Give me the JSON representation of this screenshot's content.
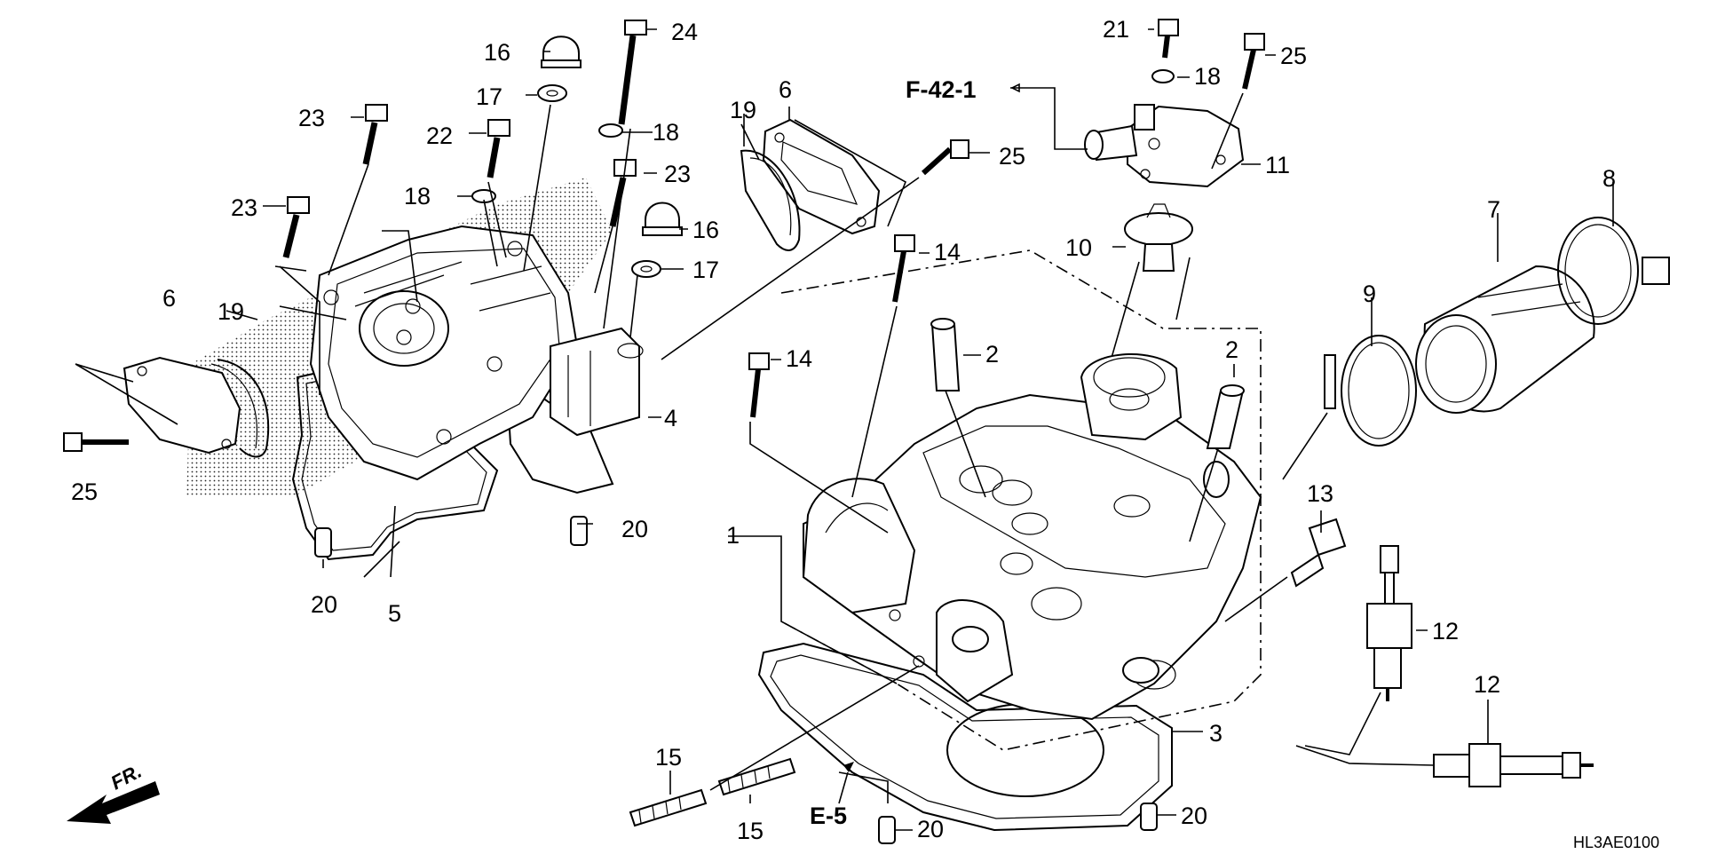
{
  "diagram": {
    "reference_labels": {
      "f42": "F-42-1",
      "e5": "E-5"
    },
    "diagram_code": "HL3AE0100",
    "front_indicator": "FR.",
    "callouts": [
      {
        "id": "c24",
        "text": "24"
      },
      {
        "id": "c16a",
        "text": "16"
      },
      {
        "id": "c17a",
        "text": "17"
      },
      {
        "id": "c23a",
        "text": "23"
      },
      {
        "id": "c22",
        "text": "22"
      },
      {
        "id": "c18a",
        "text": "18"
      },
      {
        "id": "c23b",
        "text": "23"
      },
      {
        "id": "c23c",
        "text": "23"
      },
      {
        "id": "c16b",
        "text": "16"
      },
      {
        "id": "c17b",
        "text": "17"
      },
      {
        "id": "c6a",
        "text": "6"
      },
      {
        "id": "c19a",
        "text": "19"
      },
      {
        "id": "c25a",
        "text": "25"
      },
      {
        "id": "c4",
        "text": "4"
      },
      {
        "id": "c20a",
        "text": "20"
      },
      {
        "id": "c20b",
        "text": "20"
      },
      {
        "id": "c5",
        "text": "5"
      },
      {
        "id": "c19b",
        "text": "19"
      },
      {
        "id": "c6b",
        "text": "6"
      },
      {
        "id": "c25b",
        "text": "25"
      },
      {
        "id": "c21",
        "text": "21"
      },
      {
        "id": "c18b",
        "text": "18"
      },
      {
        "id": "c25c",
        "text": "25"
      },
      {
        "id": "c11",
        "text": "11"
      },
      {
        "id": "c10",
        "text": "10"
      },
      {
        "id": "c14a",
        "text": "14"
      },
      {
        "id": "c14b",
        "text": "14"
      },
      {
        "id": "c2a",
        "text": "2"
      },
      {
        "id": "c2b",
        "text": "2"
      },
      {
        "id": "c8",
        "text": "8"
      },
      {
        "id": "c7",
        "text": "7"
      },
      {
        "id": "c9",
        "text": "9"
      },
      {
        "id": "c1",
        "text": "1"
      },
      {
        "id": "c13",
        "text": "13"
      },
      {
        "id": "c12a",
        "text": "12"
      },
      {
        "id": "c12b",
        "text": "12"
      },
      {
        "id": "c3",
        "text": "3"
      },
      {
        "id": "c15a",
        "text": "15"
      },
      {
        "id": "c15b",
        "text": "15"
      },
      {
        "id": "c20c",
        "text": "20"
      },
      {
        "id": "c20d",
        "text": "20"
      },
      {
        "id": "c18c",
        "text": "18"
      }
    ]
  }
}
